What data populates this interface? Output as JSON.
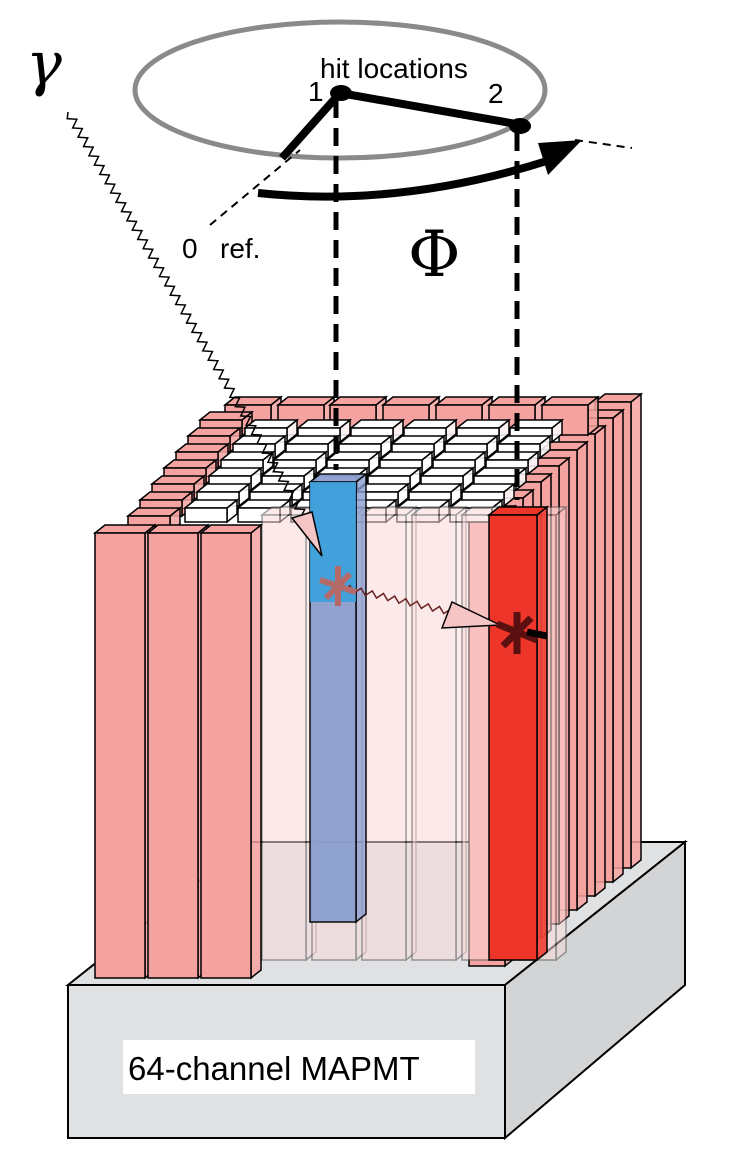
{
  "diagram": {
    "labels": {
      "gamma": "γ",
      "hit_locations": "hit locations",
      "hit1": "1",
      "hit2": "2",
      "zero": "0",
      "ref": "ref.",
      "phi": "Φ",
      "device": "64-channel MAPMT"
    },
    "colors": {
      "crystal_light": "#f5a3a1",
      "crystal_hit_red": "#ee3529",
      "crystal_hit_blue": "#3aa0dc",
      "crystal_hit_blue_lower": "#8c9fd0",
      "base_gray": "#e0e1e3",
      "ring_gray": "#8a8a8a",
      "star_dark": "#5a1010",
      "star_faded": "#b56a6a"
    }
  }
}
